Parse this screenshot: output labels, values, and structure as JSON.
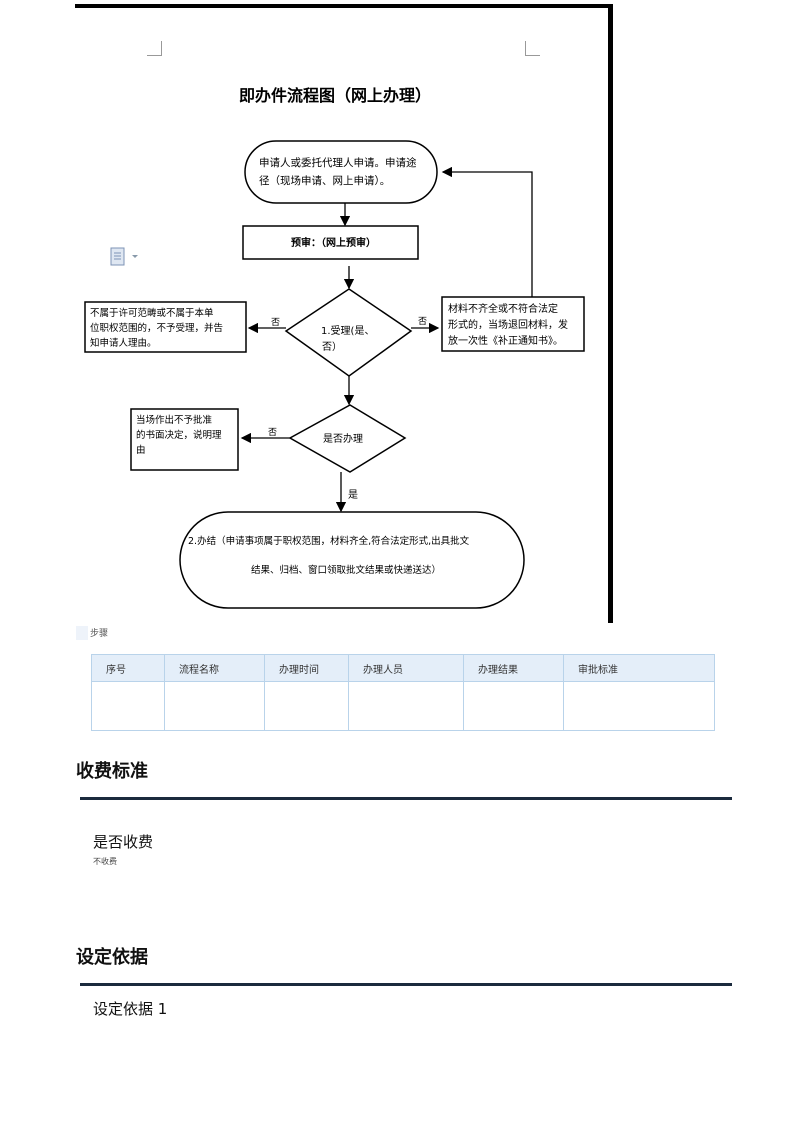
{
  "flowchart": {
    "title": "即办件流程图（网上办理）",
    "node_apply_line1": "申请人或委托代理人申请。申请途",
    "node_apply_line2": "径（现场申请、网上申请）。",
    "node_pre": "预审：（网上预审）",
    "node_accept_line1": "1.受理(是、",
    "node_accept_line2": "否）",
    "node_reject_line1": "不属于许可范畴或不属于本单",
    "node_reject_line2": "位职权范围的，不予受理，并告",
    "node_reject_line3": "知申请人理由。",
    "node_material_line1": "材料不齐全或不符合法定",
    "node_material_line2": "形式的，当场退回材料，发",
    "node_material_line3": "放一次性《补正通知书》。",
    "node_handle": "是否办理",
    "node_deny_line1": "当场作出不予批准",
    "node_deny_line2": "的书面决定，说明理",
    "node_deny_line3": "由",
    "node_final_line1": "2.办结（申请事项属于职权范围，材料齐全,符合法定形式,出具批文",
    "node_final_line2": "结果、归档、窗口领取批文结果或快递送达）",
    "label_no_left": "否",
    "label_no_right": "否",
    "label_no_handle": "否",
    "label_yes": "是"
  },
  "steps": {
    "label": "步骤",
    "columns": [
      "序号",
      "流程名称",
      "办理时间",
      "办理人员",
      "办理结果",
      "审批标准"
    ],
    "rows": [
      [
        "",
        "",
        "",
        "",
        "",
        ""
      ]
    ]
  },
  "fees": {
    "title": "收费标准",
    "charge_label": "是否收费",
    "charge_value": "不收费"
  },
  "basis": {
    "title": "设定依据",
    "item_label": "设定依据 1"
  },
  "icons": {
    "doc": "document-dropdown-icon"
  },
  "colors": {
    "table_header_bg": "#e4eef9",
    "table_border": "#b9d3ea",
    "rule": "#1b2a3d"
  }
}
